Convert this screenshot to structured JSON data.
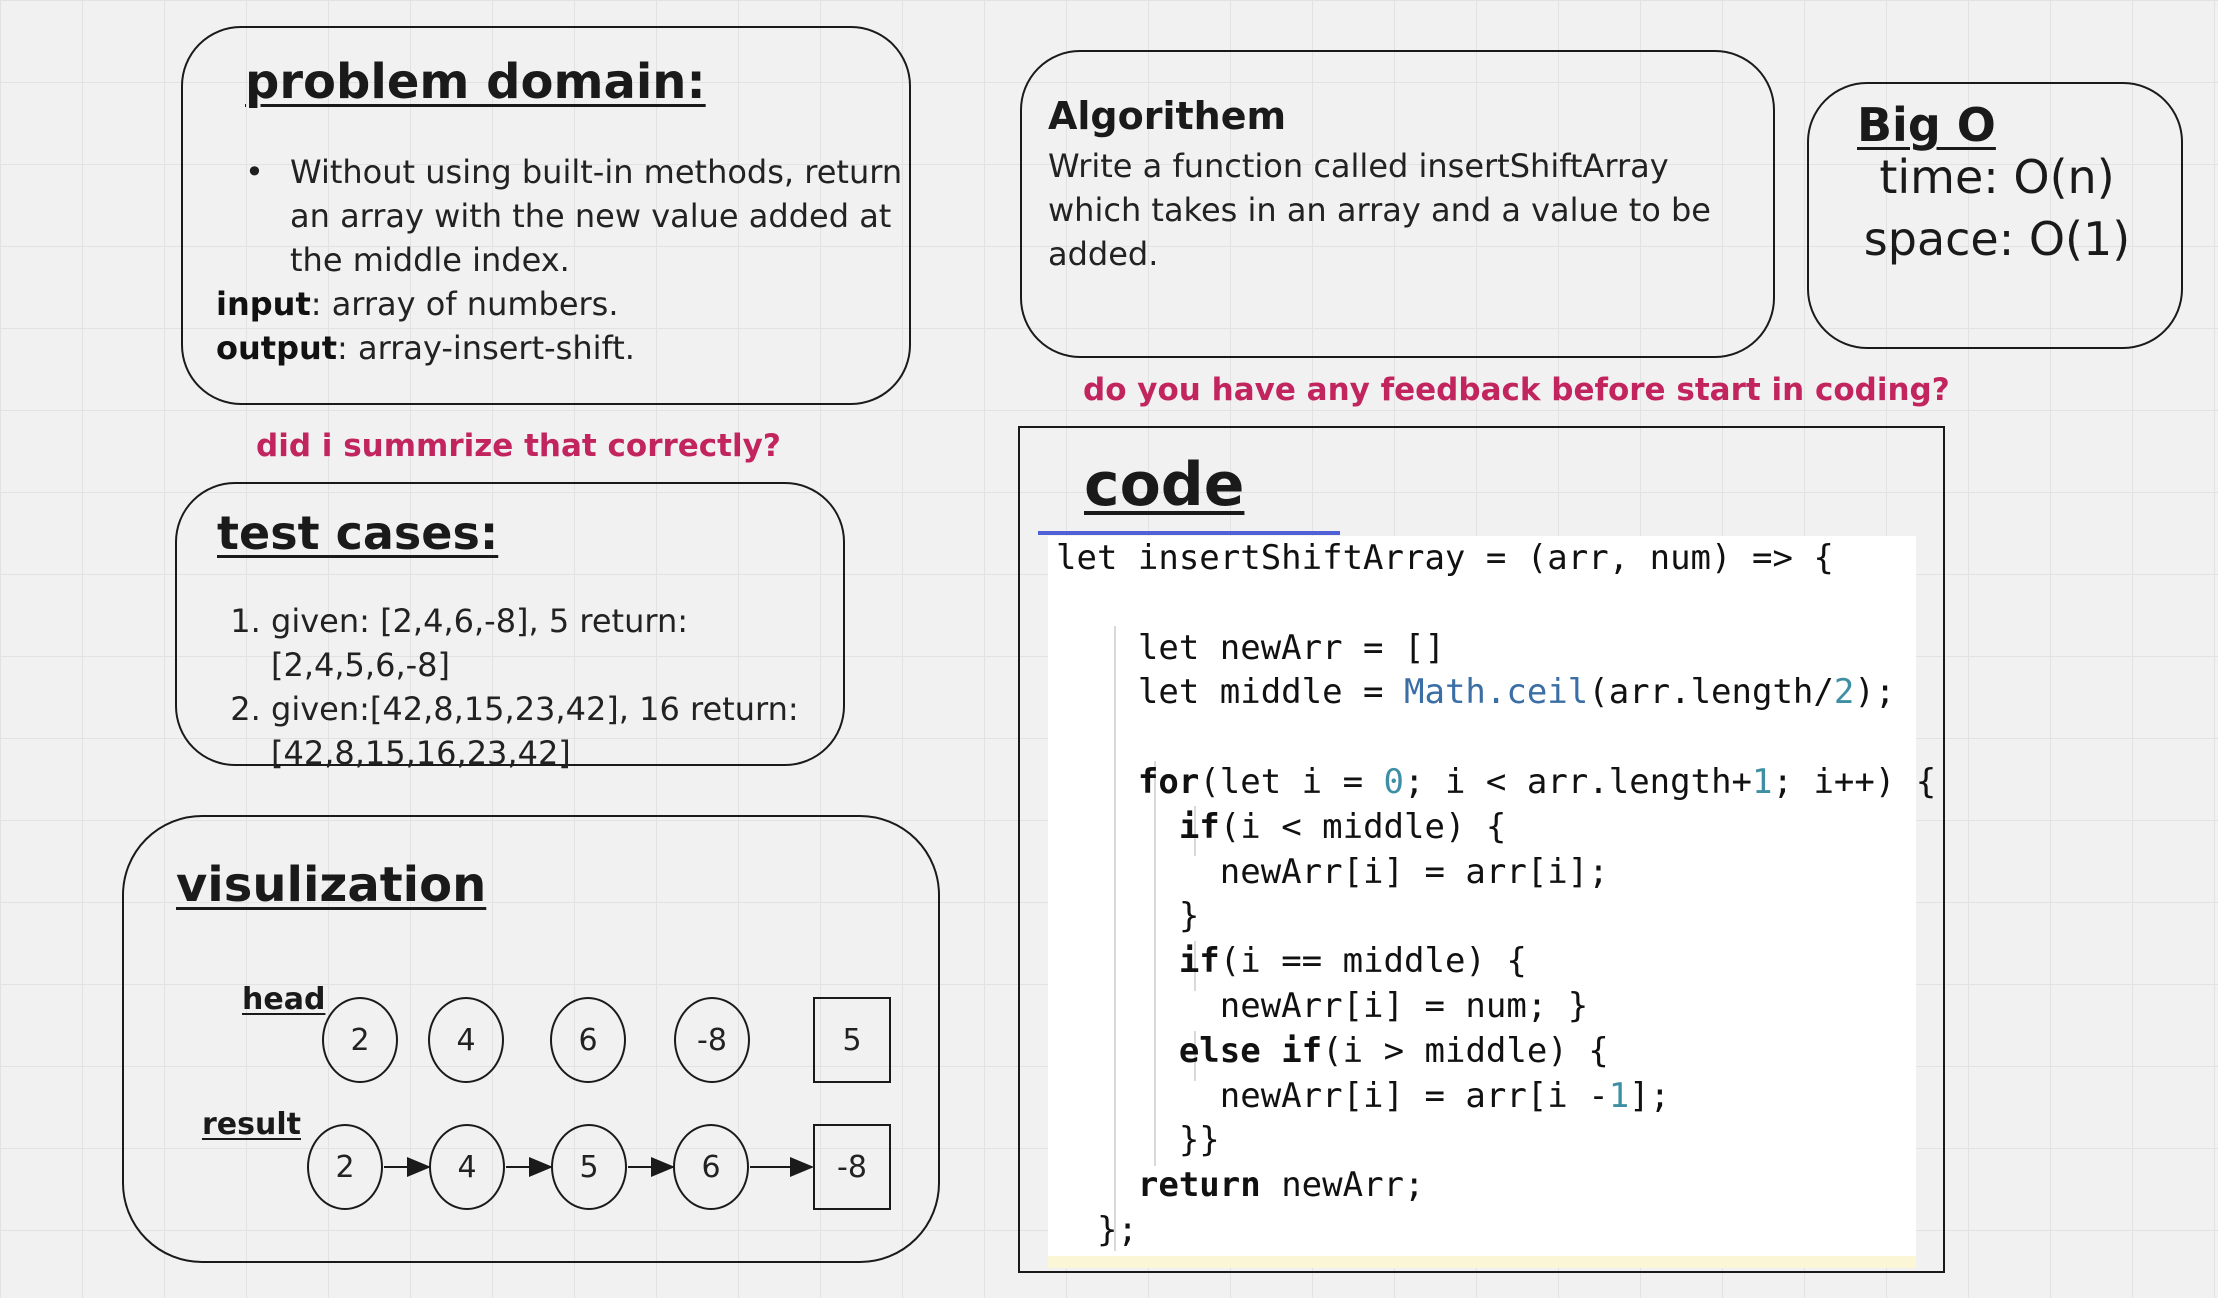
{
  "problem_domain": {
    "heading": "problem domain:",
    "bullet": "Without using built-in methods, return an array with the new value added at the middle index.",
    "input_label": "input",
    "input_text": ": array of numbers.",
    "output_label": "output",
    "output_text": ": array-insert-shift."
  },
  "algorithm": {
    "title": "Algorithem",
    "description": "Write a function called insertShiftArray which takes in an array and a value to be added."
  },
  "big_o": {
    "heading": "Big O",
    "time": "time: O(n)",
    "space": "space: O(1)"
  },
  "notes": {
    "summary_question": "did i summrize that correctly?",
    "feedback_question": "do you have any feedback before start in coding?"
  },
  "test_cases": {
    "heading": "test cases:",
    "items": [
      "given: [2,4,6,-8], 5 return: [2,4,5,6,-8]",
      "given:[42,8,15,23,42], 16 return: [42,8,15,16,23,42]"
    ]
  },
  "visualization": {
    "heading": "visulization",
    "head_label": "head",
    "result_label": "result",
    "head_nodes": [
      "2",
      "4",
      "6",
      "-8"
    ],
    "head_value": "5",
    "result_nodes": [
      "2",
      "4",
      "5",
      "6"
    ],
    "result_last": "-8"
  },
  "code": {
    "heading": "code",
    "lines": [
      "let insertShiftArray = (arr, num) => {",
      "",
      "    let newArr = []",
      "    let middle = Math.ceil(arr.length/2);",
      "",
      "    for(let i = 0; i < arr.length+1; i++) {",
      "      if(i < middle) {",
      "        newArr[i] = arr[i];",
      "      }",
      "      if(i == middle) {",
      "        newArr[i] = num; }",
      "      else if(i > middle) {",
      "        newArr[i] = arr[i -1];",
      "      }}",
      "    return newArr;",
      "  };"
    ]
  }
}
